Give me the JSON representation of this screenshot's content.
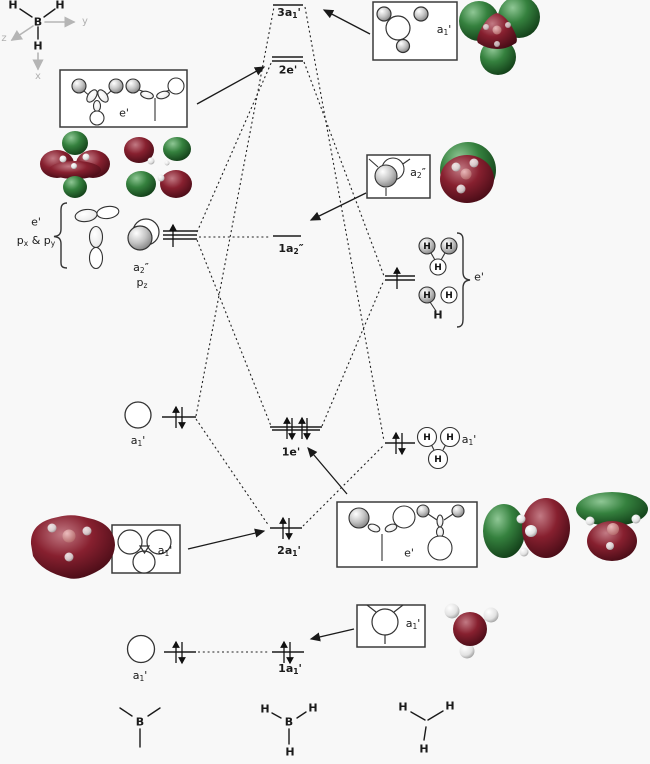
{
  "background": "#f8f8f8",
  "palette": {
    "iso_green": "#2f7a36",
    "iso_red": "#7a1a28",
    "axis_gray": "#b5b5b5",
    "line": "#1a1a1a"
  },
  "axis": {
    "x": "x",
    "y": "y",
    "z": "z"
  },
  "molecule_top": {
    "b": "B",
    "h1": "H",
    "h2": "H",
    "h3": "H"
  },
  "levels": {
    "l3a1": {
      "pre": "3a",
      "sub": "1",
      "post": "'"
    },
    "l2e": {
      "pre": "2e",
      "post": "'"
    },
    "l1a2": {
      "pre": "1a",
      "sub": "2",
      "post": "″"
    },
    "l1e": {
      "pre": "1e",
      "post": "'"
    },
    "l2a1": {
      "pre": "2a",
      "sub": "1",
      "post": "'"
    },
    "l1a1": {
      "pre": "1a",
      "sub": "1",
      "post": "'"
    }
  },
  "boron": {
    "e": "e'",
    "p": {
      "b1": "p",
      "s1": "x",
      "b2": " & p",
      "s2": "y"
    },
    "a2": {
      "pre": "a",
      "sub": "2",
      "post": "″"
    },
    "pz": {
      "pre": "p",
      "sub": "z"
    },
    "s_a1": {
      "pre": "a",
      "sub": "1",
      "post": "'"
    },
    "core_a1": {
      "pre": "a",
      "sub": "1",
      "post": "'"
    }
  },
  "h3": {
    "e": "e'",
    "a1": {
      "pre": "a",
      "sub": "1",
      "post": "'"
    },
    "h": "H"
  },
  "boxes": {
    "e_top": "e'",
    "a1_top": {
      "pre": "a",
      "sub": "1",
      "post": "'"
    },
    "a2": {
      "pre": "a",
      "sub": "2",
      "post": "″"
    },
    "a1_low": {
      "pre": "a",
      "sub": "1",
      "post": "'"
    },
    "e_low": "e'",
    "a1_core": {
      "pre": "a",
      "sub": "1",
      "post": "'"
    }
  },
  "formulas": {
    "f1": {
      "b": "B"
    },
    "f2": {
      "b": "B",
      "h1": "H",
      "h2": "H",
      "h3": "H"
    },
    "f3": {
      "h1": "H",
      "h2": "H",
      "h3": "H"
    }
  }
}
